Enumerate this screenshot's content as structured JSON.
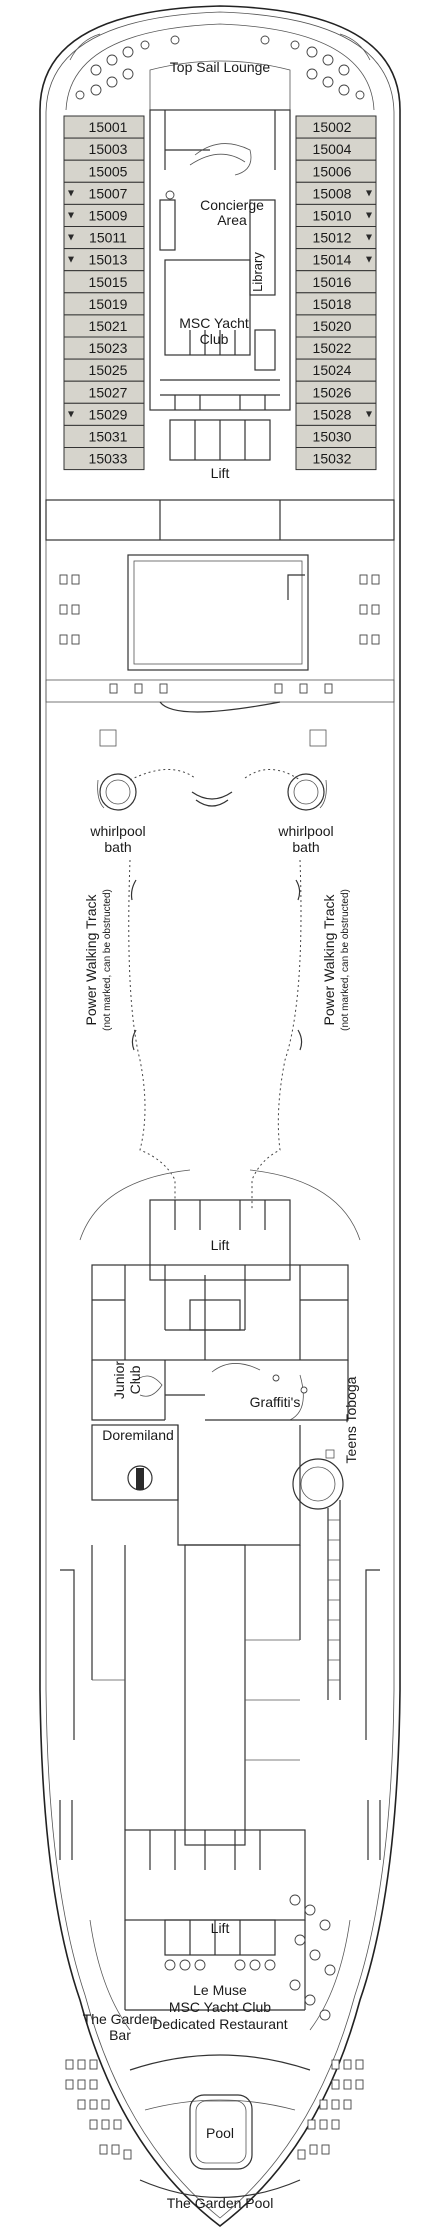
{
  "areas": {
    "top_sail_lounge": "Top Sail Lounge",
    "concierge_l1": "Concierge",
    "concierge_l2": "Area",
    "library": "Library",
    "yacht_club_l1": "MSC Yacht",
    "yacht_club_l2": "Club",
    "lift_fwd": "Lift",
    "whirlpool_left_l1": "whirlpool",
    "whirlpool_left_l2": "bath",
    "whirlpool_right_l1": "whirlpool",
    "whirlpool_right_l2": "bath",
    "walking_track_left_l1": "Power Walking Track",
    "walking_track_left_l2": "(not marked, can be obstructed)",
    "walking_track_right_l1": "Power Walking Track",
    "walking_track_right_l2": "(not marked, can be obstructed)",
    "lift_mid": "Lift",
    "junior_club_l1": "Junior",
    "junior_club_l2": "Club",
    "graffitis": "Graffiti's",
    "teens_toboga": "Teens Toboga",
    "doremiland": "Doremiland",
    "lift_aft": "Lift",
    "le_muse_l1": "Le Muse",
    "le_muse_l2": "MSC Yacht Club",
    "le_muse_l3": "Dedicated Restaurant",
    "garden_bar_l1": "The Garden",
    "garden_bar_l2": "Bar",
    "pool": "Pool",
    "garden_pool": "The Garden Pool"
  },
  "cabins_left": [
    "15001",
    "15003",
    "15005",
    "15007",
    "15009",
    "15011",
    "15013",
    "15015",
    "15019",
    "15021",
    "15023",
    "15025",
    "15027",
    "15029",
    "15031",
    "15033"
  ],
  "cabins_right": [
    "15002",
    "15004",
    "15006",
    "15008",
    "15010",
    "15012",
    "15014",
    "15016",
    "15018",
    "15020",
    "15022",
    "15024",
    "15026",
    "15028",
    "15030",
    "15032"
  ],
  "colors": {
    "cabin_fill": "#d6d4cc",
    "line": "#333333",
    "background": "#ffffff"
  }
}
